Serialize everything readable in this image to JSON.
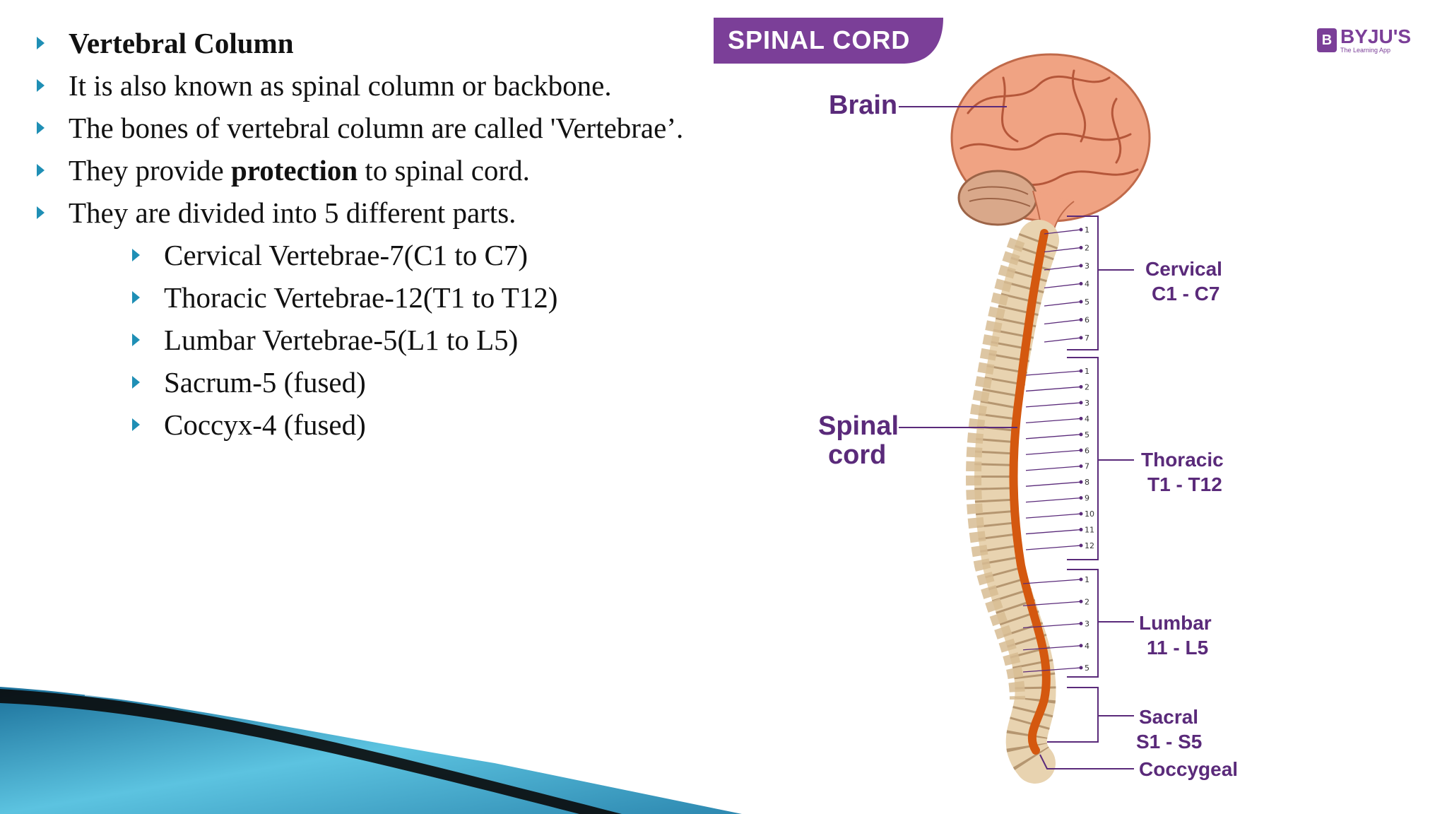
{
  "bullets": [
    {
      "text": "Vertebral Column",
      "bold": true
    },
    {
      "text": "It is also known as spinal column or backbone."
    },
    {
      "text": "The bones of vertebral column are called 'Vertebrae’."
    },
    {
      "pre": "They provide ",
      "strong": "protection",
      "post": " to spinal cord."
    },
    {
      "text": "They are divided into 5 different parts."
    }
  ],
  "sub_bullets": [
    "Cervical Vertebrae-7(C1 to C7)",
    "Thoracic Vertebrae-12(T1 to T12)",
    "Lumbar Vertebrae-5(L1 to L5)",
    "Sacrum-5 (fused)",
    "Coccyx-4 (fused)"
  ],
  "diagram": {
    "title": "SPINAL CORD",
    "brain_label": "Brain",
    "spinal_label_1": "Spinal",
    "spinal_label_2": "cord",
    "cervical_name": "Cervical",
    "cervical_range": "C1 - C7",
    "thoracic_name": "Thoracic",
    "thoracic_range": "T1 - T12",
    "lumbar_name": "Lumbar",
    "lumbar_range": "11 - L5",
    "sacral_name": "Sacral",
    "sacral_range": "S1 - S5",
    "coccygeal_name": "Coccygeal",
    "cervical_numbers": [
      "1",
      "2",
      "3",
      "4",
      "5",
      "6",
      "7"
    ],
    "thoracic_numbers": [
      "1",
      "2",
      "3",
      "4",
      "5",
      "6",
      "7",
      "8",
      "9",
      "10",
      "11",
      "12"
    ],
    "lumbar_numbers": [
      "1",
      "2",
      "3",
      "4",
      "5"
    ]
  },
  "logo": {
    "brand": "BYJU'S",
    "tagline": "The Learning App",
    "mark": "B"
  },
  "colors": {
    "label_purple": "#5a2a7a",
    "title_banner": "#7b3f98",
    "bullet_arrow": "#1f8fb5",
    "cord_orange": "#d4580f",
    "brain_pink": "#f0a383",
    "bone_beige": "#e8d3b0"
  }
}
